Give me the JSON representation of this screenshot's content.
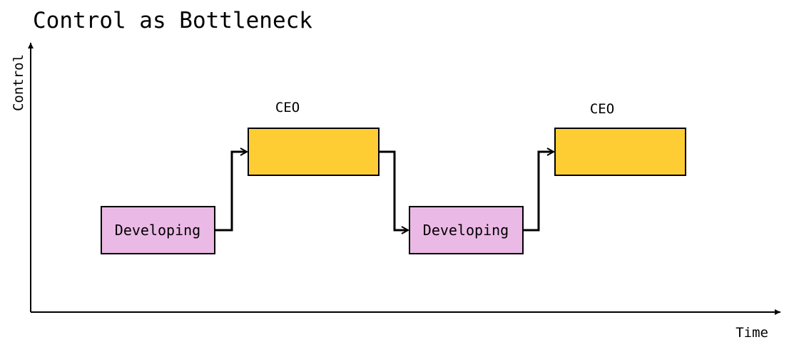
{
  "title": "Control as Bottleneck",
  "axes": {
    "y_label": "Control",
    "x_label": "Time"
  },
  "boxes": [
    {
      "text": "Developing",
      "fill": "#EBB9E6"
    },
    {
      "text": "",
      "fill": "#FECD33"
    },
    {
      "text": "Developing",
      "fill": "#EBB9E6"
    },
    {
      "text": "",
      "fill": "#FECD33"
    }
  ],
  "labels": {
    "ceo_1": "CEO",
    "ceo_2": "CEO"
  },
  "colors": {
    "developing": "#EBB9E6",
    "ceo": "#FECD33",
    "stroke": "#000000"
  }
}
